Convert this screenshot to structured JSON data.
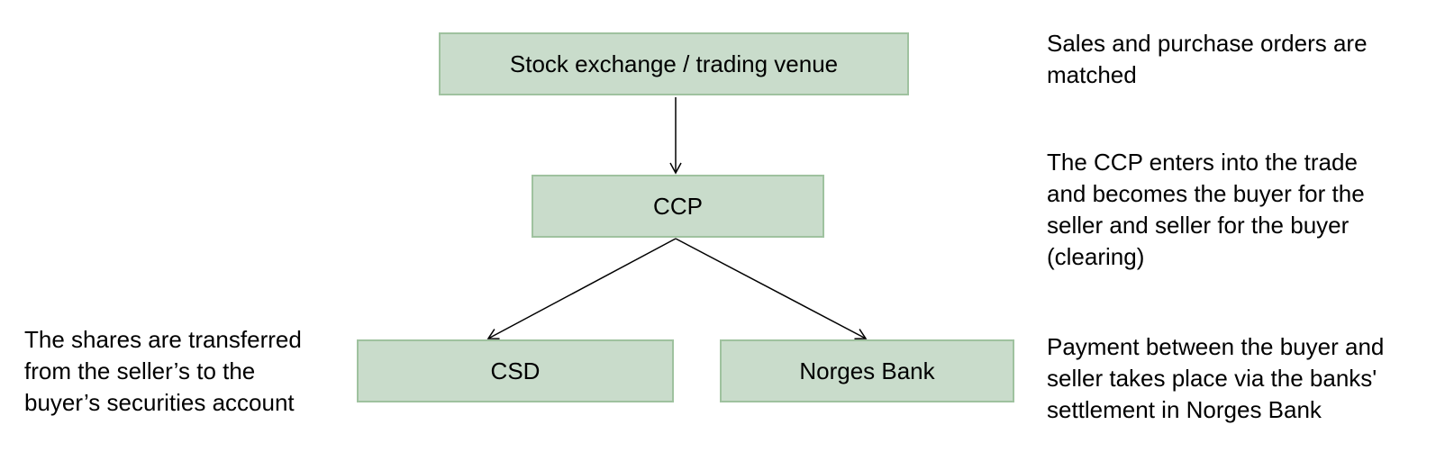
{
  "nodes": {
    "exchange": "Stock exchange / trading venue",
    "ccp": "CCP",
    "csd": "CSD",
    "norges_bank": "Norges Bank"
  },
  "notes": {
    "matching": [
      "Sales and purchase orders are",
      "matched"
    ],
    "clearing": [
      "The CCP enters into the trade",
      "and becomes the buyer for the",
      "seller and seller for the buyer",
      "(clearing)"
    ],
    "settlement": [
      "Payment between the buyer and",
      "seller takes place via the banks'",
      "settlement in Norges Bank"
    ],
    "transfer": [
      "The shares are transferred",
      "from the seller’s to the",
      "buyer’s securities account"
    ]
  },
  "edges": [
    {
      "from": "exchange",
      "to": "ccp"
    },
    {
      "from": "ccp",
      "to": "csd"
    },
    {
      "from": "ccp",
      "to": "norges_bank"
    }
  ],
  "colors": {
    "node_fill": "#c9dccb",
    "node_border": "#9fc29f",
    "arrow": "#000000"
  }
}
